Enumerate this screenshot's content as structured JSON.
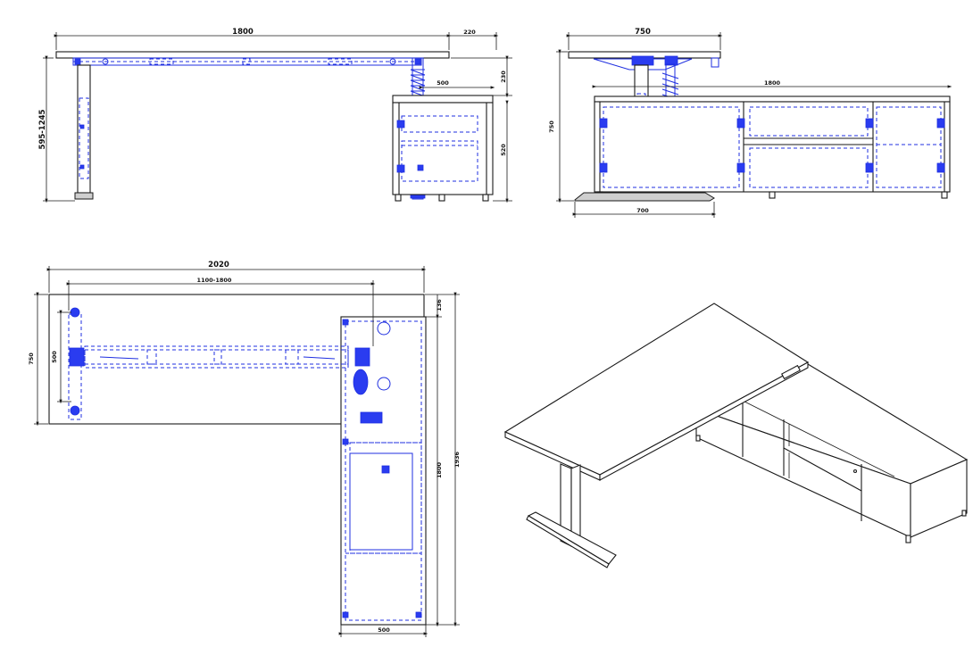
{
  "colors": {
    "outline": "#1a1a1a",
    "hidden": "#1f2fe0",
    "background": "#ffffff"
  },
  "front_view": {
    "dim_width": "1800",
    "dim_overhang": "220",
    "dim_height": "595-1245",
    "dim_cabinet_depth": "500",
    "dim_gap": "230",
    "dim_cabinet_height": "520"
  },
  "side_view": {
    "dim_depth": "750",
    "dim_height": "750",
    "dim_cabinet_width": "1800",
    "dim_foot": "700"
  },
  "top_view": {
    "dim_total": "2020",
    "dim_range": "1100-1800",
    "dim_depth": "750",
    "dim_leg_span": "500",
    "dim_cabinet_length": "1800",
    "dim_total_length": "1936",
    "dim_offset": "136",
    "dim_cabinet_depth": "500"
  }
}
